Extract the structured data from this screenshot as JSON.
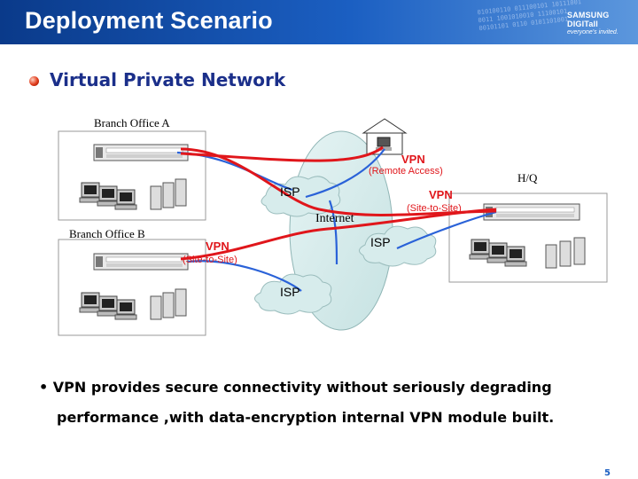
{
  "header": {
    "title": "Deployment Scenario",
    "binary_text": "010100110 011100101 10111001 0011 1001010010 11100101 00101101 0110 0101101001",
    "logo_line1": "SAMSUNG DIGITall",
    "logo_line2": "everyone's invited."
  },
  "section": {
    "title": "Virtual Private Network"
  },
  "diagram": {
    "branch_a_label": "Branch Office A",
    "branch_b_label": "Branch Office B",
    "hq_label": "H/Q",
    "internet_label": "Internet",
    "isp_labels": [
      "ISP",
      "ISP",
      "ISP"
    ],
    "vpn_remote": {
      "title": "VPN",
      "subtitle": "(Remote Access)"
    },
    "vpn_hq": {
      "title": "VPN",
      "subtitle": "(Site-to-Site)"
    },
    "vpn_branch_b": {
      "title": "VPN",
      "subtitle": "(Site-to-Site)"
    },
    "colors": {
      "tunnel": "#e0161b",
      "link": "#2a62d8",
      "cloud": "#d7ecec"
    }
  },
  "body": {
    "bullet": "• VPN provides secure connectivity without  seriously degrading",
    "bullet_cont": "performance ,with data-encryption internal VPN module built."
  },
  "page_number": "5"
}
